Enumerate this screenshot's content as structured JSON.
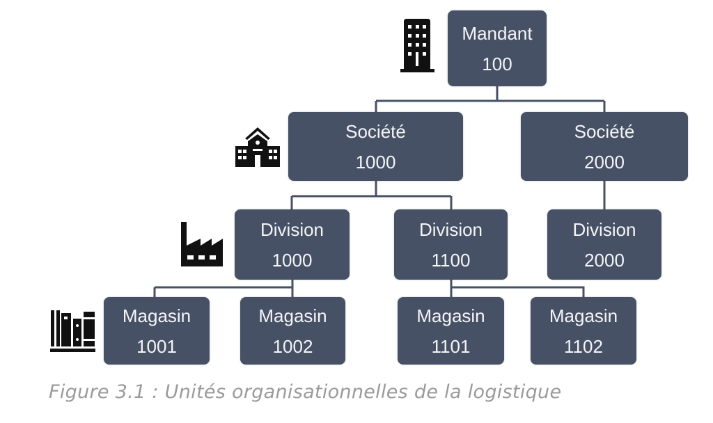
{
  "nodes": {
    "mandant": {
      "label": "Mandant",
      "code": "100"
    },
    "societe1000": {
      "label": "Société",
      "code": "1000"
    },
    "societe2000": {
      "label": "Société",
      "code": "2000"
    },
    "division1000": {
      "label": "Division",
      "code": "1000"
    },
    "division1100": {
      "label": "Division",
      "code": "1100"
    },
    "division2000": {
      "label": "Division",
      "code": "2000"
    },
    "magasin1001": {
      "label": "Magasin",
      "code": "1001"
    },
    "magasin1002": {
      "label": "Magasin",
      "code": "1002"
    },
    "magasin1101": {
      "label": "Magasin",
      "code": "1101"
    },
    "magasin1102": {
      "label": "Magasin",
      "code": "1102"
    }
  },
  "caption": "Figure 3.1 : Unités organisationnelles de la logistique",
  "colors": {
    "box": "#475166",
    "text": "#f4f5f7",
    "caption": "#9a9a9a"
  }
}
